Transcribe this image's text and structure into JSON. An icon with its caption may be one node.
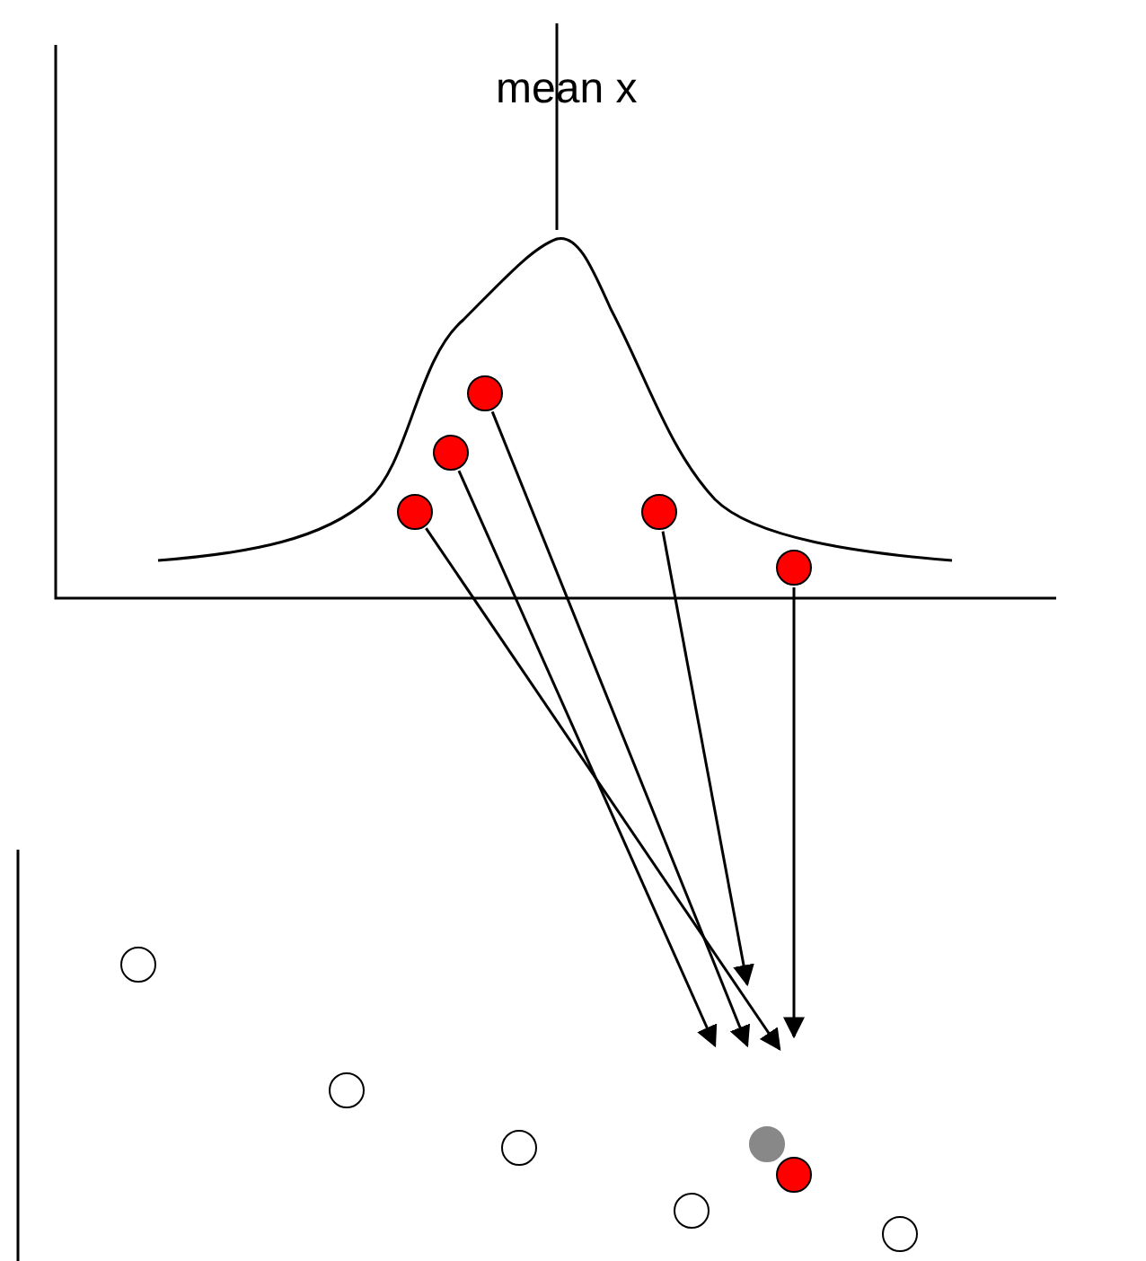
{
  "diagram": {
    "nodes": [
      {
        "text": [],
        "shape": "circle"
      },
      {
        "text": [],
        "shape": "circle"
      },
      {
        "text": [],
        "shape": "circle"
      },
      {
        "text": [],
        "shape": "circle"
      },
      {
        "text": [],
        "shape": "circle"
      },
      {
        "text": [],
        "shape": "circle"
      },
      {
        "text": [],
        "shape": "circle"
      },
      {
        "text": [],
        "shape": "circle"
      },
      {
        "text": [],
        "shape": "circle"
      },
      {
        "text": [],
        "shape": "circle"
      },
      {
        "text": [],
        "shape": "circle"
      },
      {
        "text": [],
        "shape": "circle"
      }
    ],
    "edges": [
      {
        "from": 0,
        "to": null,
        "arrow": "to"
      },
      {
        "from": 1,
        "to": null,
        "arrow": "to"
      },
      {
        "from": 2,
        "to": null,
        "arrow": "to"
      },
      {
        "from": 3,
        "to": null,
        "arrow": "to"
      },
      {
        "from": 4,
        "to": null,
        "arrow": "to"
      }
    ],
    "labels": [
      "mean x"
    ]
  }
}
